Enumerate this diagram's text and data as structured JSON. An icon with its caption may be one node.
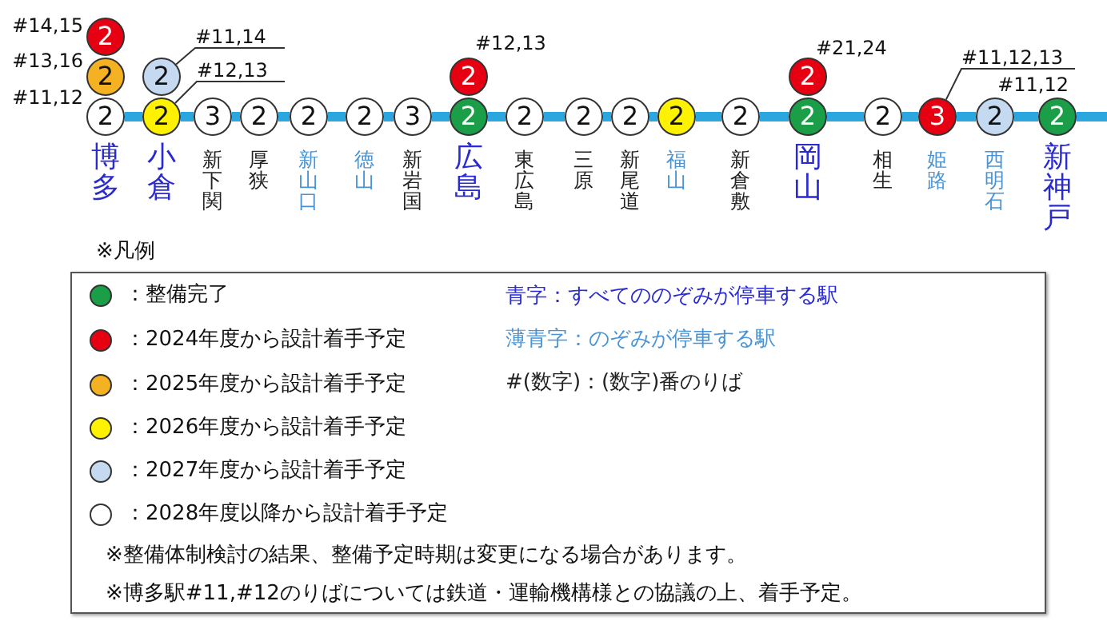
{
  "diagram": {
    "nodes": [
      {
        "text": [
          "2"
        ],
        "beside": [
          "#14,15"
        ]
      },
      {
        "text": [
          "2"
        ],
        "beside": [
          "#13,16"
        ]
      },
      {
        "text": [
          "2"
        ],
        "beside": [
          "#11,12",
          "博多"
        ]
      },
      {
        "text": [
          "#11,14"
        ]
      },
      {
        "text": [
          "2"
        ]
      },
      {
        "text": [
          "#12,13"
        ]
      },
      {
        "text": [
          "2"
        ],
        "beside": [
          "小倉"
        ]
      },
      {
        "text": [
          "3"
        ],
        "beside": [
          "新下関"
        ]
      },
      {
        "text": [
          "2"
        ],
        "beside": [
          "厚狭"
        ]
      },
      {
        "text": [
          "2"
        ],
        "beside": [
          "新山口"
        ]
      },
      {
        "text": [
          "2"
        ],
        "beside": [
          "徳山"
        ]
      },
      {
        "text": [
          "3"
        ],
        "beside": [
          "新岩国"
        ]
      },
      {
        "text": [
          "2"
        ],
        "beside": [
          "#12,13"
        ]
      },
      {
        "text": [
          "2"
        ],
        "beside": [
          "広島"
        ]
      },
      {
        "text": [
          "2"
        ],
        "beside": [
          "東広島"
        ]
      },
      {
        "text": [
          "2"
        ],
        "beside": [
          "三原"
        ]
      },
      {
        "text": [
          "2"
        ],
        "beside": [
          "新尾道"
        ]
      },
      {
        "text": [
          "2"
        ],
        "beside": [
          "福山"
        ]
      },
      {
        "text": [
          "2"
        ],
        "beside": [
          "新倉敷"
        ]
      },
      {
        "text": [
          "2"
        ],
        "beside": [
          "#21,24"
        ]
      },
      {
        "text": [
          "2"
        ],
        "beside": [
          "岡山"
        ]
      },
      {
        "text": [
          "2"
        ],
        "beside": [
          "相生"
        ]
      },
      {
        "text": [
          "#11,12,13"
        ]
      },
      {
        "text": [
          "3"
        ],
        "beside": [
          "姫路"
        ]
      },
      {
        "text": [
          "2"
        ],
        "beside": [
          "西明石"
        ]
      },
      {
        "text": [
          "2"
        ],
        "beside": [
          "#11,12",
          "新神戸"
        ]
      }
    ],
    "edges": [
      {
        "from": 2,
        "to": 6,
        "arrow": "none"
      },
      {
        "from": 6,
        "to": 7,
        "arrow": "none"
      },
      {
        "from": 7,
        "to": 8,
        "arrow": "none"
      },
      {
        "from": 8,
        "to": 9,
        "arrow": "none"
      },
      {
        "from": 9,
        "to": 10,
        "arrow": "none"
      },
      {
        "from": 10,
        "to": 11,
        "arrow": "none"
      },
      {
        "from": 11,
        "to": 13,
        "arrow": "none"
      },
      {
        "from": 13,
        "to": 14,
        "arrow": "none"
      },
      {
        "from": 14,
        "to": 15,
        "arrow": "none"
      },
      {
        "from": 15,
        "to": 16,
        "arrow": "none"
      },
      {
        "from": 16,
        "to": 17,
        "arrow": "none"
      },
      {
        "from": 17,
        "to": 18,
        "arrow": "none"
      },
      {
        "from": 18,
        "to": 20,
        "arrow": "none"
      },
      {
        "from": 20,
        "to": 21,
        "arrow": "none"
      },
      {
        "from": 21,
        "to": 23,
        "arrow": "none"
      },
      {
        "from": 23,
        "to": 24,
        "arrow": "none"
      },
      {
        "from": 24,
        "to": 25,
        "arrow": "none"
      },
      {
        "from": 25,
        "to": null,
        "arrow": "none"
      },
      {
        "from": 3,
        "to": 4,
        "arrow": "none",
        "color": "#333333"
      },
      {
        "from": 5,
        "to": 6,
        "arrow": "none",
        "color": "#333333"
      },
      {
        "from": 22,
        "to": 23,
        "arrow": "none",
        "color": "#333333"
      }
    ],
    "labels": [
      "※凡例",
      "青字：すべてののぞみが停車する駅",
      "薄青字：のぞみが停車する駅",
      "#(数字)：(数字)番のりば",
      "※整備体制検討の結果、整備予定時期は変更になる場合があります。",
      "※博多駅#11,#12のりばについては鉄道・運輸機構様との協議の上、着手予定。"
    ],
    "legend": [
      {
        "text": "：整備完了",
        "color": "#1a9e48"
      },
      {
        "text": "：2024年度から設計着手予定",
        "color": "#e60012"
      },
      {
        "text": "：2025年度から設計着手予定",
        "color": "#f4b223"
      },
      {
        "text": "：2026年度から設計着手予定",
        "color": "#fff200"
      },
      {
        "text": "：2027年度から設計着手予定",
        "color": "#c5d9f1"
      },
      {
        "text": "：2028年度以降から設計着手予定",
        "color": "#ffffff"
      }
    ]
  }
}
